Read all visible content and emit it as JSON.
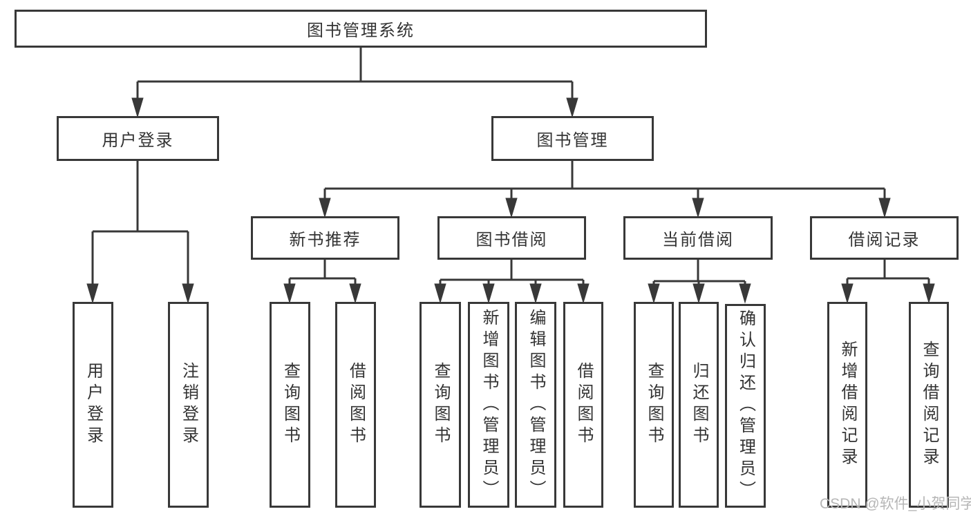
{
  "diagram": {
    "tree": {
      "root": {
        "label": "图书管理系统"
      },
      "branches": [
        {
          "label": "用户登录",
          "children": [
            {
              "label": "用户登录"
            },
            {
              "label": "注销登录"
            }
          ]
        },
        {
          "label": "图书管理",
          "children": [
            {
              "label": "新书推荐",
              "children": [
                {
                  "label": "查询图书"
                },
                {
                  "label": "借阅图书"
                }
              ]
            },
            {
              "label": "图书借阅",
              "children": [
                {
                  "label": "查询图书"
                },
                {
                  "label": "新增图书（管理员）"
                },
                {
                  "label": "编辑图书（管理员）"
                },
                {
                  "label": "借阅图书"
                }
              ]
            },
            {
              "label": "当前借阅",
              "children": [
                {
                  "label": "查询图书"
                },
                {
                  "label": "归还图书"
                },
                {
                  "label": "确认归还（管理员）"
                }
              ]
            },
            {
              "label": "借阅记录",
              "children": [
                {
                  "label": "新增借阅记录"
                },
                {
                  "label": "查询借阅记录"
                }
              ]
            }
          ]
        }
      ]
    }
  },
  "watermark": {
    "text": "CSDN @软件_小贺同学"
  },
  "colors": {
    "line": "#383838",
    "text": "#333333",
    "background": "#ffffff",
    "watermark": "#b6b6b6"
  }
}
